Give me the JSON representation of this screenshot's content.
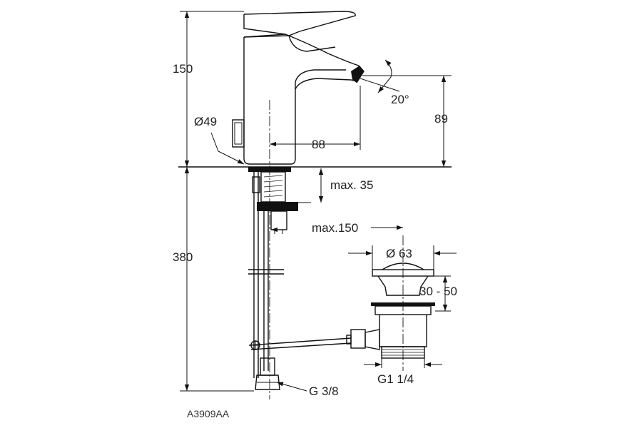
{
  "drawing": {
    "dimensions": {
      "faucet_height": "150",
      "body_diameter": "Ø49",
      "spout_height": "89",
      "spout_reach": "88",
      "spout_angle": "20°",
      "max_thickness": "max. 35",
      "max_rod": "max.150",
      "pipe_length": "380",
      "waste_diameter": "Ø 63",
      "waste_stroke": "30 - 50",
      "waste_thread": "G1 1/4",
      "hose_thread": "G 3/8"
    },
    "reference": "A3909AA"
  }
}
